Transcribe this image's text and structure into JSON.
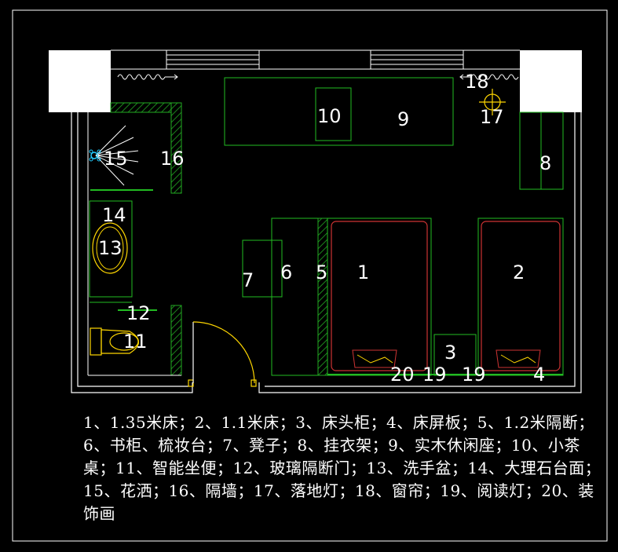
{
  "legend_text": "1、1.35米床；2、1.1米床；3、床头柜；4、床屏板；5、1.2米隔断；6、书柜、梳妆台；7、凳子；8、挂衣架；9、实木休闲座；10、小茶桌；11、智能坐便；12、玻璃隔断门；13、洗手盆；14、大理石台面；15、花洒；16、隔墙；17、落地灯；18、窗帘；19、阅读灯；20、装饰画",
  "labels": {
    "n1": "1",
    "n2": "2",
    "n3": "3",
    "n4": "4",
    "n5": "5",
    "n6": "6",
    "n7": "7",
    "n8": "8",
    "n9": "9",
    "n10": "10",
    "n11": "11",
    "n12": "12",
    "n13": "13",
    "n14": "14",
    "n15": "15",
    "n16": "16",
    "n17": "17",
    "n18": "18",
    "n19a": "19",
    "n19b": "19",
    "n20": "20"
  },
  "colors": {
    "background": "#000000",
    "wall": "#ffffff",
    "furniture": "#22bb22",
    "hatch": "#22aa22",
    "bed_frame": "#cc3333",
    "fixture": "#ffd700",
    "label": "#ffffff"
  }
}
